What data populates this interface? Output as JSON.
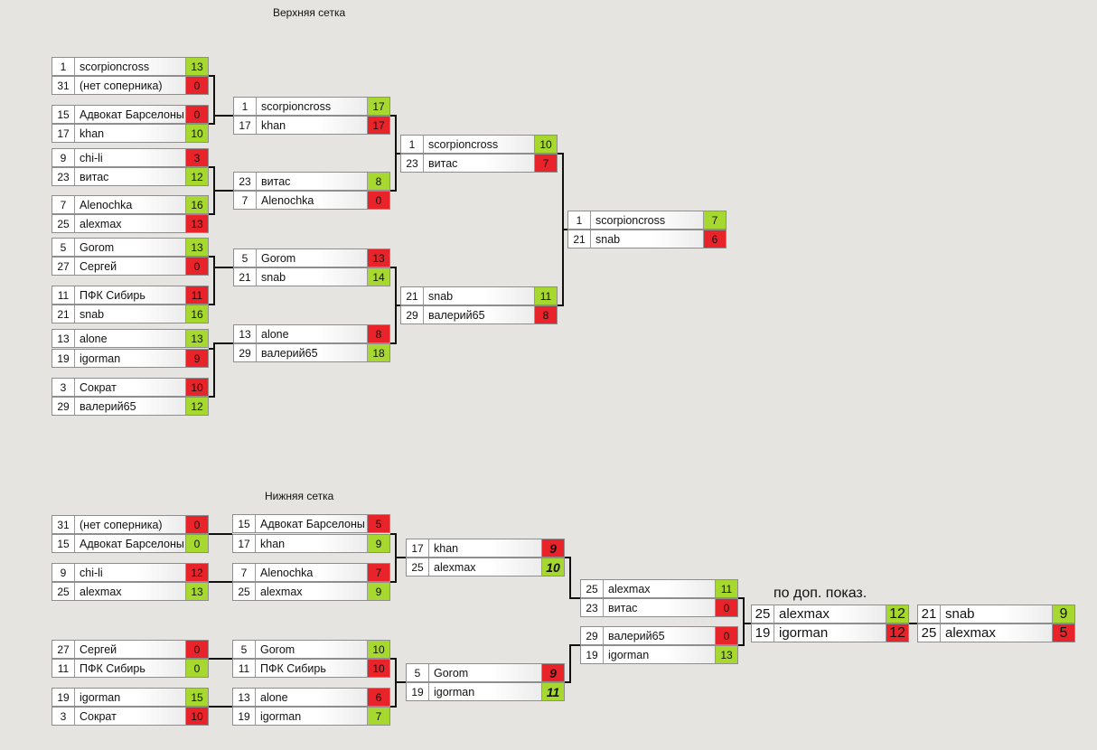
{
  "titles": {
    "upper": "Верхняя сетка",
    "lower": "Нижняя сетка",
    "note": "по доп. показ."
  },
  "colors": {
    "win": "#a6d82f",
    "loss": "#e8232a",
    "background": "#e6e4e0"
  },
  "upper_bracket": {
    "round1": [
      {
        "seed": "1",
        "name": "scorpioncross",
        "score": "13",
        "result": "win"
      },
      {
        "seed": "31",
        "name": "(нет соперника)",
        "score": "0",
        "result": "loss"
      },
      {
        "seed": "15",
        "name": "Адвокат Барселоны",
        "score": "0",
        "result": "loss"
      },
      {
        "seed": "17",
        "name": "khan",
        "score": "10",
        "result": "win"
      },
      {
        "seed": "9",
        "name": "chi-li",
        "score": "3",
        "result": "loss"
      },
      {
        "seed": "23",
        "name": "витас",
        "score": "12",
        "result": "win"
      },
      {
        "seed": "7",
        "name": "Alenochka",
        "score": "16",
        "result": "win"
      },
      {
        "seed": "25",
        "name": "alexmax",
        "score": "13",
        "result": "loss"
      },
      {
        "seed": "5",
        "name": "Gorom",
        "score": "13",
        "result": "win"
      },
      {
        "seed": "27",
        "name": "Сергей",
        "score": "0",
        "result": "loss"
      },
      {
        "seed": "11",
        "name": "ПФК Сибирь",
        "score": "11",
        "result": "loss"
      },
      {
        "seed": "21",
        "name": "snab",
        "score": "16",
        "result": "win"
      },
      {
        "seed": "13",
        "name": "alone",
        "score": "13",
        "result": "win"
      },
      {
        "seed": "19",
        "name": "igorman",
        "score": "9",
        "result": "loss"
      },
      {
        "seed": "3",
        "name": "Сократ",
        "score": "10",
        "result": "loss"
      },
      {
        "seed": "29",
        "name": "валерий65",
        "score": "12",
        "result": "win"
      }
    ],
    "round2": [
      {
        "seed": "1",
        "name": "scorpioncross",
        "score": "17",
        "result": "win"
      },
      {
        "seed": "17",
        "name": "khan",
        "score": "17",
        "result": "loss"
      },
      {
        "seed": "23",
        "name": "витас",
        "score": "8",
        "result": "win"
      },
      {
        "seed": "7",
        "name": "Alenochka",
        "score": "0",
        "result": "loss"
      },
      {
        "seed": "5",
        "name": "Gorom",
        "score": "13",
        "result": "loss"
      },
      {
        "seed": "21",
        "name": "snab",
        "score": "14",
        "result": "win"
      },
      {
        "seed": "13",
        "name": "alone",
        "score": "8",
        "result": "loss"
      },
      {
        "seed": "29",
        "name": "валерий65",
        "score": "18",
        "result": "win"
      }
    ],
    "round3": [
      {
        "seed": "1",
        "name": "scorpioncross",
        "score": "10",
        "result": "win"
      },
      {
        "seed": "23",
        "name": "витас",
        "score": "7",
        "result": "loss"
      },
      {
        "seed": "21",
        "name": "snab",
        "score": "11",
        "result": "win"
      },
      {
        "seed": "29",
        "name": "валерий65",
        "score": "8",
        "result": "loss"
      }
    ],
    "final": [
      {
        "seed": "1",
        "name": "scorpioncross",
        "score": "7",
        "result": "win"
      },
      {
        "seed": "21",
        "name": "snab",
        "score": "6",
        "result": "loss"
      }
    ]
  },
  "lower_bracket": {
    "round1": [
      {
        "seed": "31",
        "name": "(нет соперника)",
        "score": "0",
        "result": "loss"
      },
      {
        "seed": "15",
        "name": "Адвокат Барселоны",
        "score": "0",
        "result": "win"
      },
      {
        "seed": "9",
        "name": "chi-li",
        "score": "12",
        "result": "loss"
      },
      {
        "seed": "25",
        "name": "alexmax",
        "score": "13",
        "result": "win"
      },
      {
        "seed": "27",
        "name": "Сергей",
        "score": "0",
        "result": "loss"
      },
      {
        "seed": "11",
        "name": "ПФК Сибирь",
        "score": "0",
        "result": "win"
      },
      {
        "seed": "19",
        "name": "igorman",
        "score": "15",
        "result": "win"
      },
      {
        "seed": "3",
        "name": "Сократ",
        "score": "10",
        "result": "loss"
      }
    ],
    "round2": [
      {
        "seed": "15",
        "name": "Адвокат Барселоны",
        "score": "5",
        "result": "loss"
      },
      {
        "seed": "17",
        "name": "khan",
        "score": "9",
        "result": "win"
      },
      {
        "seed": "7",
        "name": "Alenochka",
        "score": "7",
        "result": "loss"
      },
      {
        "seed": "25",
        "name": "alexmax",
        "score": "9",
        "result": "win"
      },
      {
        "seed": "5",
        "name": "Gorom",
        "score": "10",
        "result": "win"
      },
      {
        "seed": "11",
        "name": "ПФК Сибирь",
        "score": "10",
        "result": "loss"
      },
      {
        "seed": "13",
        "name": "alone",
        "score": "6",
        "result": "loss"
      },
      {
        "seed": "19",
        "name": "igorman",
        "score": "7",
        "result": "win"
      }
    ],
    "round3": [
      {
        "seed": "17",
        "name": "khan",
        "score": "9",
        "result": "loss"
      },
      {
        "seed": "25",
        "name": "alexmax",
        "score": "10",
        "result": "win"
      },
      {
        "seed": "5",
        "name": "Gorom",
        "score": "9",
        "result": "loss"
      },
      {
        "seed": "19",
        "name": "igorman",
        "score": "11",
        "result": "win"
      }
    ],
    "round4": [
      {
        "seed": "25",
        "name": "alexmax",
        "score": "11",
        "result": "win"
      },
      {
        "seed": "23",
        "name": "витас",
        "score": "0",
        "result": "loss"
      },
      {
        "seed": "29",
        "name": "валерий65",
        "score": "0",
        "result": "loss"
      },
      {
        "seed": "19",
        "name": "igorman",
        "score": "13",
        "result": "win"
      }
    ],
    "round5": [
      {
        "seed": "25",
        "name": "alexmax",
        "score": "12",
        "result": "win"
      },
      {
        "seed": "19",
        "name": "igorman",
        "score": "12",
        "result": "loss"
      }
    ],
    "final": [
      {
        "seed": "21",
        "name": "snab",
        "score": "9",
        "result": "win"
      },
      {
        "seed": "25",
        "name": "alexmax",
        "score": "5",
        "result": "loss"
      }
    ]
  }
}
